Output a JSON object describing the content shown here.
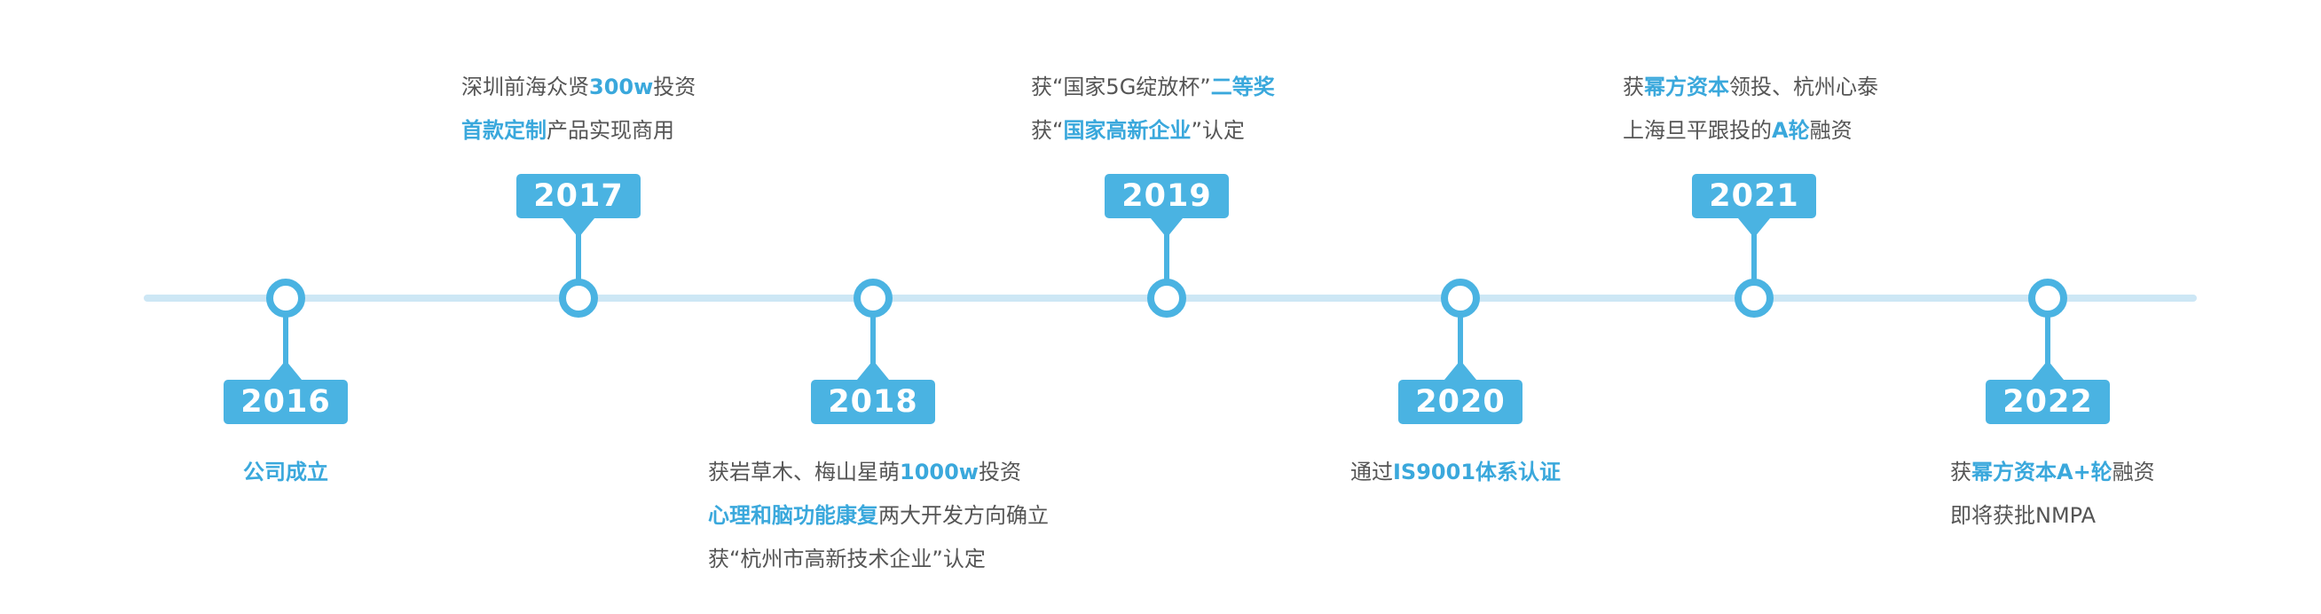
{
  "colors": {
    "accent": "#4ab3e2",
    "axis": "#cde7f5",
    "text": "#555555",
    "highlight": "#3aa8dc"
  },
  "milestones": [
    {
      "year": "2016",
      "lines": [
        [
          {
            "t": "公司成立",
            "hl": true
          }
        ]
      ]
    },
    {
      "year": "2017",
      "lines": [
        [
          {
            "t": "深圳前海众贤"
          },
          {
            "t": "300w",
            "hl": true
          },
          {
            "t": "投资"
          }
        ],
        [
          {
            "t": "首款定制",
            "hl": true
          },
          {
            "t": "产品实现商用"
          }
        ]
      ]
    },
    {
      "year": "2018",
      "lines": [
        [
          {
            "t": "获岩草木、梅山星萌"
          },
          {
            "t": "1000w",
            "hl": true
          },
          {
            "t": "投资"
          }
        ],
        [
          {
            "t": "心理和脑功能康复",
            "hl": true
          },
          {
            "t": "两大开发方向确立"
          }
        ],
        [
          {
            "t": "获“杭州市高新技术企业”认定"
          }
        ]
      ]
    },
    {
      "year": "2019",
      "lines": [
        [
          {
            "t": "获“国家5G绽放杯”"
          },
          {
            "t": "二等奖",
            "hl": true
          }
        ],
        [
          {
            "t": "获“"
          },
          {
            "t": "国家高新企业",
            "hl": true
          },
          {
            "t": "”认定"
          }
        ]
      ]
    },
    {
      "year": "2020",
      "lines": [
        [
          {
            "t": "通过"
          },
          {
            "t": "IS9001体系认证",
            "hl": true
          }
        ]
      ]
    },
    {
      "year": "2021",
      "lines": [
        [
          {
            "t": "获"
          },
          {
            "t": "幂方资本",
            "hl": true
          },
          {
            "t": "领投、杭州心泰"
          }
        ],
        [
          {
            "t": "上海旦平跟投的"
          },
          {
            "t": "A轮",
            "hl": true
          },
          {
            "t": "融资"
          }
        ]
      ]
    },
    {
      "year": "2022",
      "lines": [
        [
          {
            "t": "获"
          },
          {
            "t": "幂方资本A+轮",
            "hl": true
          },
          {
            "t": "融资"
          }
        ],
        [
          {
            "t": "即将获批NMPA"
          }
        ]
      ]
    }
  ]
}
